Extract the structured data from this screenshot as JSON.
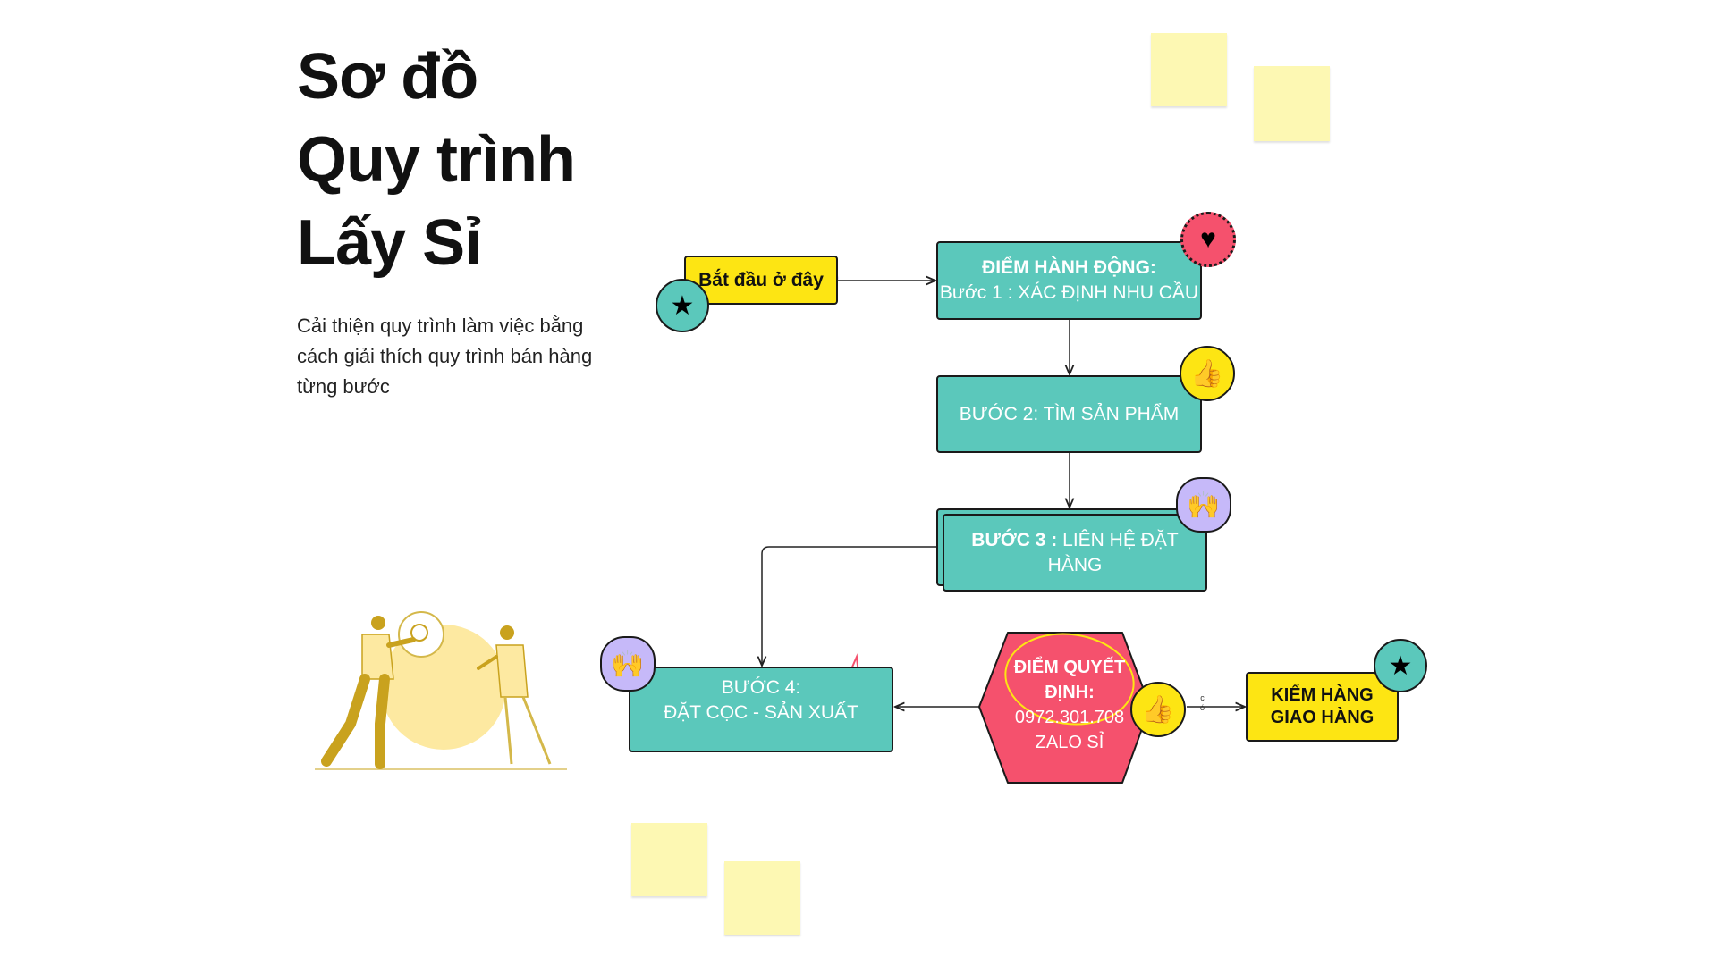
{
  "title_lines": [
    "Sơ đồ",
    "Quy trình",
    "Lấy Sỉ"
  ],
  "description": "Cải thiện quy trình làm việc bằng cách giải thích quy trình bán hàng từng bước",
  "start": {
    "label": "Bắt đầu ở đây"
  },
  "step1": {
    "heading": "ĐIỂM HÀNH ĐỘNG:",
    "label": "Bước 1 : XÁC  ĐỊNH NHU CẦU"
  },
  "step2": {
    "label": "BƯỚC 2: TÌM SẢN  PHẨM"
  },
  "step3": {
    "label_bold": "BƯỚC 3 :",
    "label": " LIÊN HỆ ĐẶT HÀNG"
  },
  "step4": {
    "line1": "BƯỚC 4:",
    "line2": "ĐẶT CỌC - SẢN XUẤT"
  },
  "decision": {
    "heading1": "ĐIỂM QUYẾT",
    "heading2": "ĐỊNH:",
    "phone": "0972.301.708",
    "label": "ZALO SỈ"
  },
  "yes_label": {
    "top": "c",
    "bottom": "ó"
  },
  "final": {
    "line1": "KIỂM HÀNG",
    "line2": "GIAO HÀNG"
  },
  "colors": {
    "teal": "#5bc8bb",
    "yellow": "#fde513",
    "red": "#f5516d",
    "purple": "#c6b9f9",
    "sticky": "#fdf8b3"
  },
  "icons": [
    "star-icon",
    "heart-icon",
    "thumbs-up-icon",
    "raised-hands-icon"
  ]
}
